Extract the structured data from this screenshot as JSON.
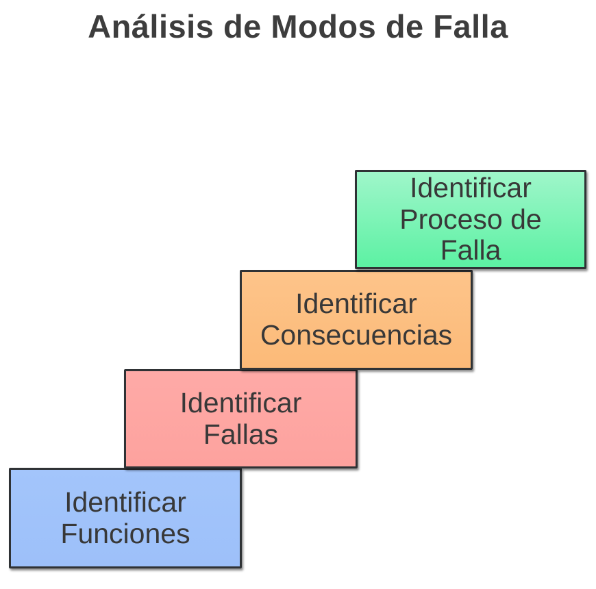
{
  "title": "Análisis de Modos de Falla",
  "colors": {
    "background": "#ffffff",
    "title_text": "#3d3d3d",
    "box_text": "#383838",
    "border": "#2f3235"
  },
  "steps": [
    {
      "label": "Identificar\nFunciones",
      "fill_top": "#a3c5fb",
      "fill_bottom": "#9dc0f9"
    },
    {
      "label": "Identificar\nFallas",
      "fill_top": "#feaaa7",
      "fill_bottom": "#fda29e"
    },
    {
      "label": "Identificar\nConsecuencias",
      "fill_top": "#fdc48a",
      "fill_bottom": "#fcba78"
    },
    {
      "label": "Identificar\nProceso de\nFalla",
      "fill_top": "#9ff6ca",
      "fill_bottom": "#5cf1a3"
    }
  ]
}
